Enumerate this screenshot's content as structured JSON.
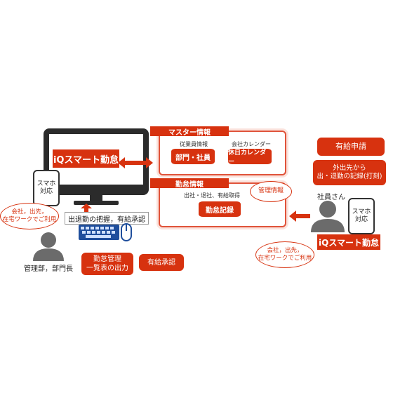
{
  "system_name": "iQスマート勤怠",
  "smartphone_label": "スマホ\n対応",
  "master": {
    "title": "マスター情報",
    "employee_label": "従業員情報",
    "employee_cyl": "部門・社員",
    "calendar_label": "会社カレンダー",
    "calendar_cyl": "休日カレンダー"
  },
  "attendance": {
    "title": "勤怠情報",
    "sub_label": "出社・退社、有給取得",
    "record_cyl": "勤怠記録",
    "manage_bubble": "管理情報"
  },
  "admin": {
    "remote_bubble": "会社，出先，\n在宅ワークでご利用",
    "monitor_label": "出退勤の把握，有給承認",
    "person_label": "管理部，部門長",
    "output_box": "勤怠管理\n一覧表の出力",
    "approve_box": "有給承認"
  },
  "employee": {
    "leave_request": "有給申請",
    "clock_bubble": "外出先から\n出・退勤の記録(打刻)",
    "person_label": "社員さん",
    "remote_bubble": "会社，出先，\n在宅ワークでご利用"
  },
  "colors": {
    "accent": "#d7320f",
    "soft": "#fbe3dd",
    "gray": "#6b6b6b"
  }
}
